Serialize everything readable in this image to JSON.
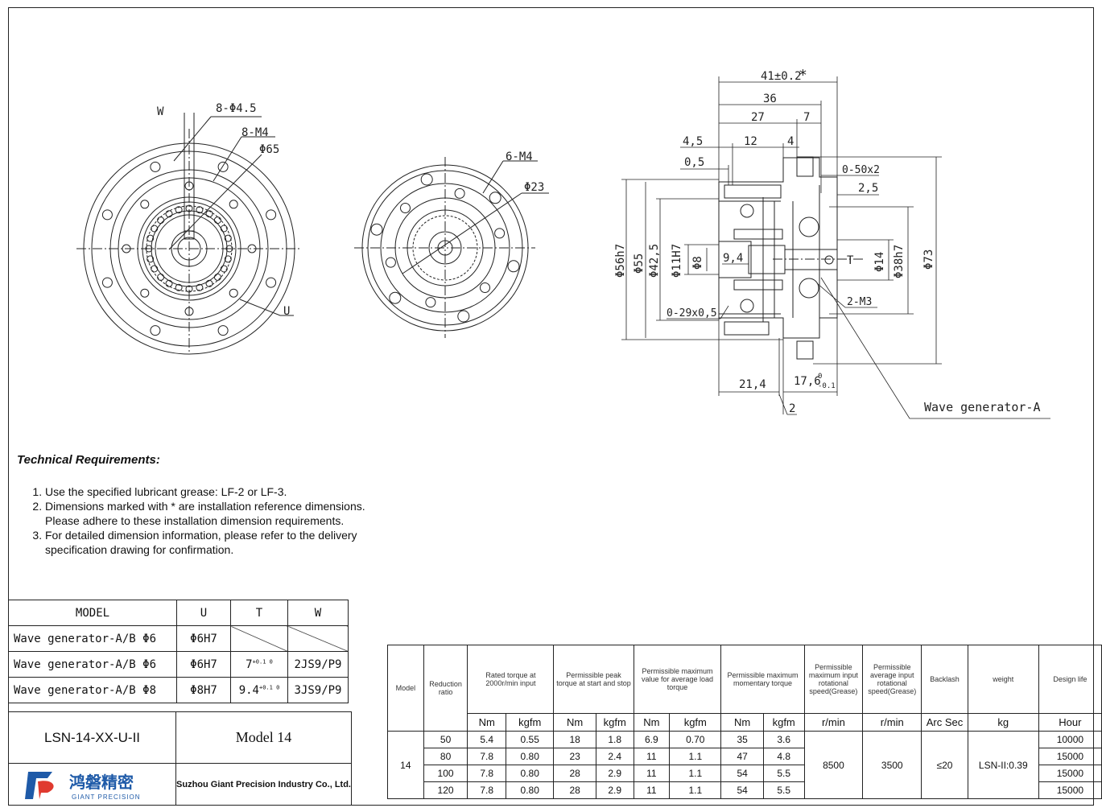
{
  "drawing": {
    "front_view": {
      "w": "W",
      "holes_a": "8-Φ4.5",
      "holes_b": "8-M4",
      "dia": "Φ65",
      "u": "U"
    },
    "rear_view": {
      "holes": "6-M4",
      "dia": "Φ23"
    },
    "side_view": {
      "overall": "41±0.2",
      "asterisk": "*",
      "len_36": "36",
      "len_27": "27",
      "len_7": "7",
      "len_12": "12",
      "len_4": "4",
      "len_4_5": "4,5",
      "len_0_5": "0,5",
      "chamfer": "0-50x2",
      "len_2_5": "2,5",
      "d_56h7": "Φ56h7",
      "d_55": "Φ55",
      "d_42_5": "Φ42,5",
      "d_11h7": "Φ11H7",
      "d_8": "Φ8",
      "len_9_4": "9,4",
      "t": "T",
      "d_14": "Φ14",
      "d_38h7": "Φ38h7",
      "d_73": "Φ73",
      "oring": "0-29x0,5",
      "m3": "2-M3",
      "len_21_4": "21,4",
      "len_17_6": "17,6",
      "tol_17_6_upper": "0",
      "tol_17_6_lower": "-0.1",
      "len_2": "2",
      "callout": "Wave generator-A"
    }
  },
  "tech": {
    "title": "Technical Requirements:",
    "items": [
      "Use the specified lubricant grease: LF-2 or LF-3.",
      "Dimensions marked with * are installation reference dimensions. Please adhere to these installation dimension requirements.",
      "For detailed dimension information, please refer to the delivery specification drawing for confirmation."
    ]
  },
  "variant_table": {
    "headers": [
      "MODEL",
      "U",
      "T",
      "W"
    ],
    "rows": [
      {
        "model": "Wave generator-A/B Φ6",
        "u": "Φ6H7",
        "t": "",
        "w": ""
      },
      {
        "model": "Wave generator-A/B Φ6",
        "u": "Φ6H7",
        "t": "7",
        "t_tol": "+0.1 0",
        "w": "2JS9/P9"
      },
      {
        "model": "Wave generator-A/B Φ8",
        "u": "Φ8H7",
        "t": "9.4",
        "t_tol": "+0.1 0",
        "w": "3JS9/P9"
      }
    ]
  },
  "title_block": {
    "code": "LSN-14-XX-U-II",
    "model_word": "Model",
    "model_num": "14",
    "logo_cn": "鸿磐精密",
    "logo_en": "GIANT PRECISION",
    "company": "Suzhou Giant Precision Industry Co., Ltd."
  },
  "spec_table": {
    "headers": [
      "Model",
      "Reduction ratio",
      "Rated torque at 2000r/min input",
      "Permissible peak torque at start and stop",
      "Permissible maximum value for average load torque",
      "Permissible maximum momentary torque",
      "Permissible maximum input rotational speed(Grease)",
      "Permissible average input rotational speed(Grease)",
      "Backlash",
      "weight",
      "Design life"
    ],
    "units": [
      "Nm",
      "kgfm",
      "Nm",
      "kgfm",
      "Nm",
      "kgfm",
      "Nm",
      "kgfm",
      "r/min",
      "r/min",
      "Arc Sec",
      "kg",
      "Hour"
    ],
    "model": "14",
    "rows": [
      {
        "ratio": "50",
        "v": [
          "5.4",
          "0.55",
          "18",
          "1.8",
          "6.9",
          "0.70",
          "35",
          "3.6"
        ],
        "life": "10000"
      },
      {
        "ratio": "80",
        "v": [
          "7.8",
          "0.80",
          "23",
          "2.4",
          "11",
          "1.1",
          "47",
          "4.8"
        ],
        "life": "15000"
      },
      {
        "ratio": "100",
        "v": [
          "7.8",
          "0.80",
          "28",
          "2.9",
          "11",
          "1.1",
          "54",
          "5.5"
        ],
        "life": "15000"
      },
      {
        "ratio": "120",
        "v": [
          "7.8",
          "0.80",
          "28",
          "2.9",
          "11",
          "1.1",
          "54",
          "5.5"
        ],
        "life": "15000"
      }
    ],
    "max_speed": "8500",
    "avg_speed": "3500",
    "backlash": "≤20",
    "weight": "LSN-II:0.39"
  }
}
